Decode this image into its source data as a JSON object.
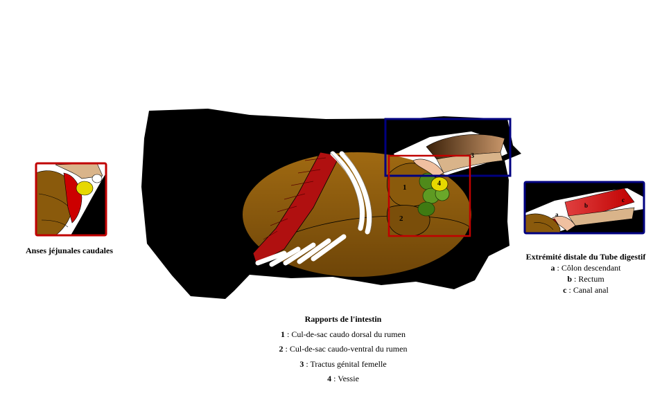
{
  "captions": {
    "left": {
      "title": "Anses jéjunales caudales"
    },
    "right": {
      "title": "Extrémité distale du Tube digestif",
      "items": [
        {
          "key": "a",
          "text": " : Côlon descendant"
        },
        {
          "key": "b",
          "text": " : Rectum"
        },
        {
          "key": "c",
          "text": " : Canal anal"
        }
      ]
    },
    "center": {
      "title": "Rapports de l'intestin",
      "items": [
        {
          "key": "1",
          "text": " : Cul-de-sac caudo dorsal du rumen"
        },
        {
          "key": "2",
          "text": " : Cul-de-sac caudo-ventral du rumen"
        },
        {
          "key": "3",
          "text": " : Tractus génital femelle"
        },
        {
          "key": "4",
          "text": " : Vessie"
        }
      ]
    }
  },
  "labels": {
    "n1": "1",
    "n2": "2",
    "n3": "3",
    "n4": "4",
    "a": "a",
    "b": "b",
    "c": "c"
  },
  "colors": {
    "body": "#000000",
    "rumen": "#8a5a0c",
    "muscle": "#b01010",
    "rectum": "#cc0000",
    "bladder": "#e6d800",
    "intestine_green": "#4f8a1a",
    "frame_red": "#c00000",
    "frame_blue": "#000080"
  }
}
